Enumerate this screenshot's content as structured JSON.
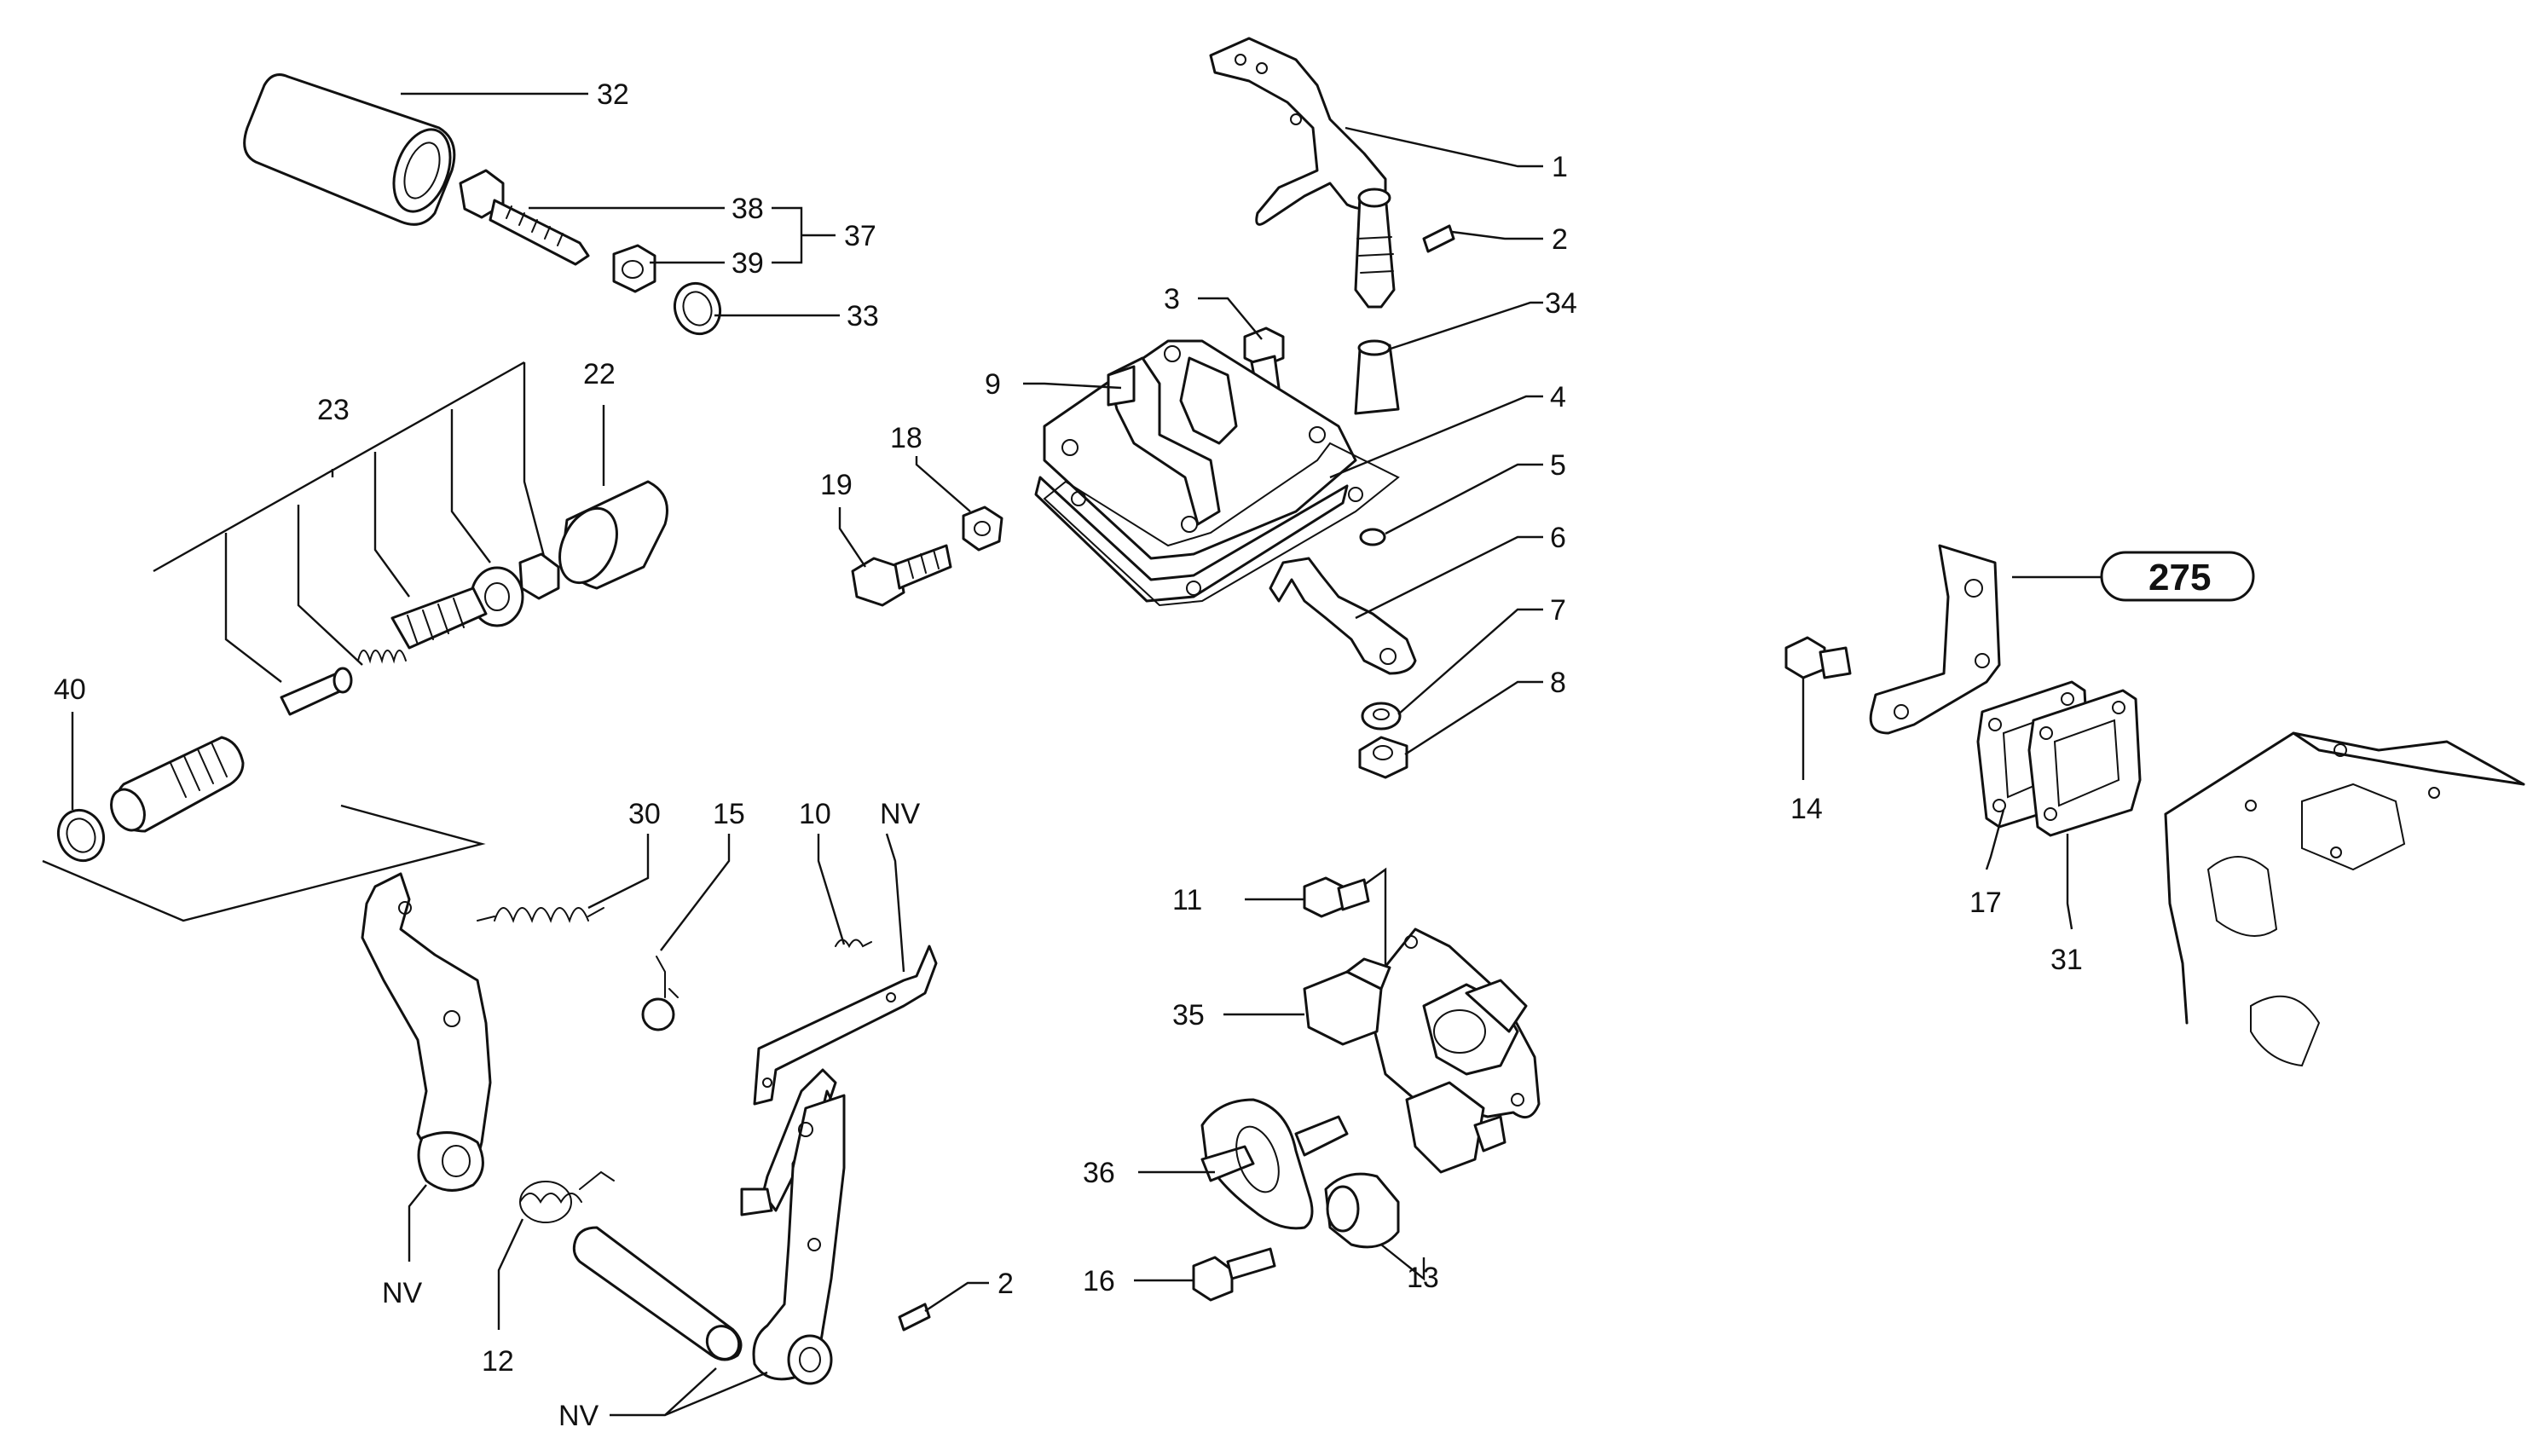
{
  "callouts": {
    "c1": "1",
    "c2a": "2",
    "c2b": "2",
    "c3": "3",
    "c4": "4",
    "c5": "5",
    "c6": "6",
    "c7": "7",
    "c8": "8",
    "c9": "9",
    "c10": "10",
    "c11": "11",
    "c12": "12",
    "c13": "13",
    "c14": "14",
    "c15": "15",
    "c16": "16",
    "c17": "17",
    "c18": "18",
    "c19": "19",
    "c22": "22",
    "c23": "23",
    "c30": "30",
    "c31": "31",
    "c32": "32",
    "c33": "33",
    "c34": "34",
    "c35": "35",
    "c36": "36",
    "c37": "37",
    "c38": "38",
    "c39": "39",
    "c40": "40",
    "nv1": "NV",
    "nv2": "NV",
    "nv3": "NV"
  },
  "reference_badge": "275",
  "colors": {
    "line": "#111111",
    "background": "#ffffff"
  }
}
